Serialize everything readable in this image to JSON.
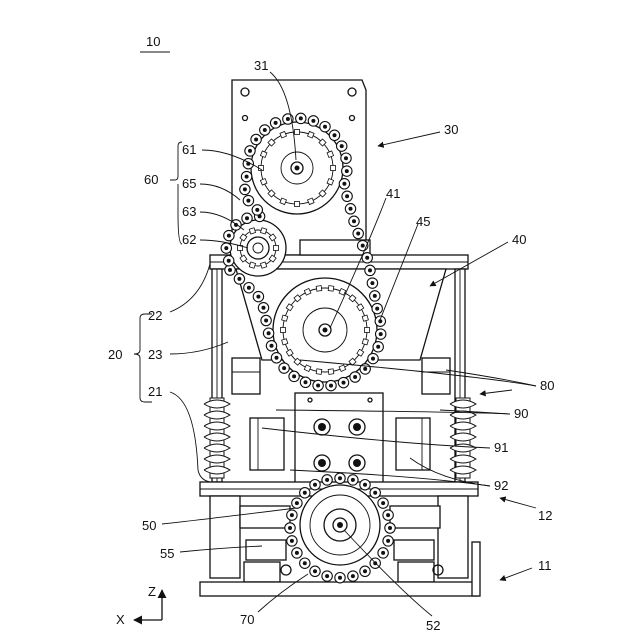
{
  "labels": {
    "fig": "10",
    "l31": "31",
    "l30": "30",
    "l61": "61",
    "l65": "65",
    "l63": "63",
    "l62": "62",
    "l60": "60",
    "l41": "41",
    "l45": "45",
    "l40": "40",
    "l22": "22",
    "l23": "23",
    "l21": "21",
    "l20": "20",
    "l80": "80",
    "l90": "90",
    "l91": "91",
    "l92": "92",
    "l12": "12",
    "l50": "50",
    "l55": "55",
    "l11": "11",
    "l70": "70",
    "l52": "52"
  },
  "axes": {
    "z": "Z",
    "x": "X"
  }
}
